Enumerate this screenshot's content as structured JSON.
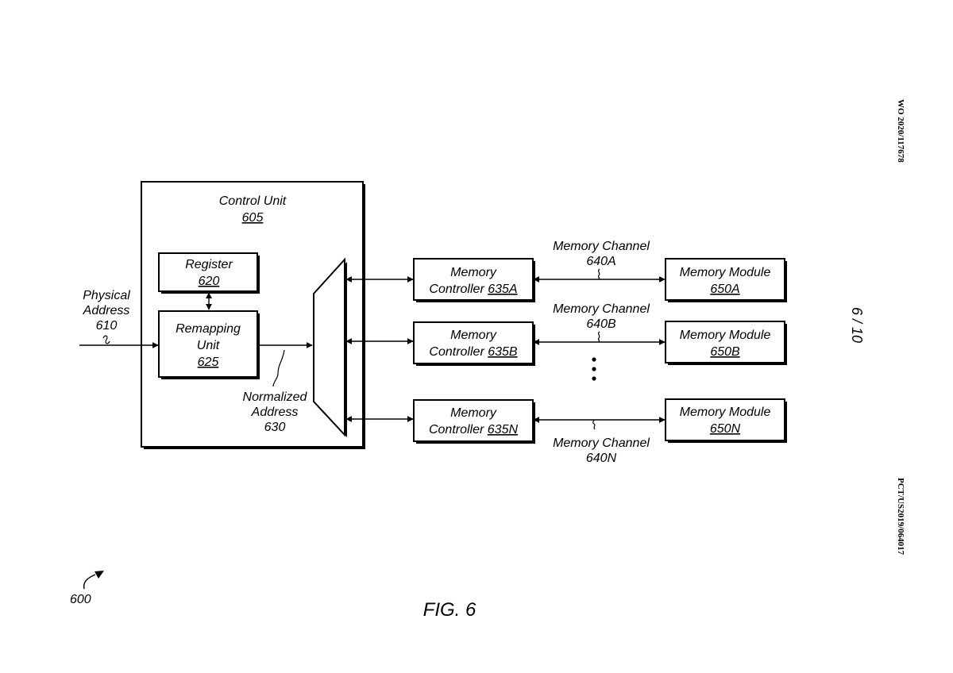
{
  "side_header": {
    "top_id": "WO 2020/117678",
    "bottom_id": "PCT/US2019/064017",
    "page": "6 / 10"
  },
  "figure": {
    "caption": "FIG. 6",
    "ref": "600"
  },
  "control_unit": {
    "label": "Control Unit",
    "ref": "605"
  },
  "register": {
    "label": "Register",
    "ref": "620"
  },
  "remapping_unit": {
    "line1": "Remapping",
    "line2": "Unit",
    "ref": "625"
  },
  "physical_address": {
    "line1": "Physical",
    "line2": "Address",
    "ref": "610"
  },
  "normalized_address": {
    "line1": "Normalized",
    "line2": "Address",
    "ref": "630"
  },
  "memory_controllers": [
    {
      "line1": "Memory",
      "line2": "Controller",
      "ref": "635A"
    },
    {
      "line1": "Memory",
      "line2": "Controller",
      "ref": "635B"
    },
    {
      "line1": "Memory",
      "line2": "Controller",
      "ref": "635N"
    }
  ],
  "memory_channels": [
    {
      "label": "Memory Channel",
      "ref": "640A"
    },
    {
      "label": "Memory Channel",
      "ref": "640B"
    },
    {
      "label": "Memory Channel",
      "ref": "640N"
    }
  ],
  "memory_modules": [
    {
      "label": "Memory Module",
      "ref": "650A"
    },
    {
      "label": "Memory Module",
      "ref": "650B"
    },
    {
      "label": "Memory Module",
      "ref": "650N"
    }
  ]
}
